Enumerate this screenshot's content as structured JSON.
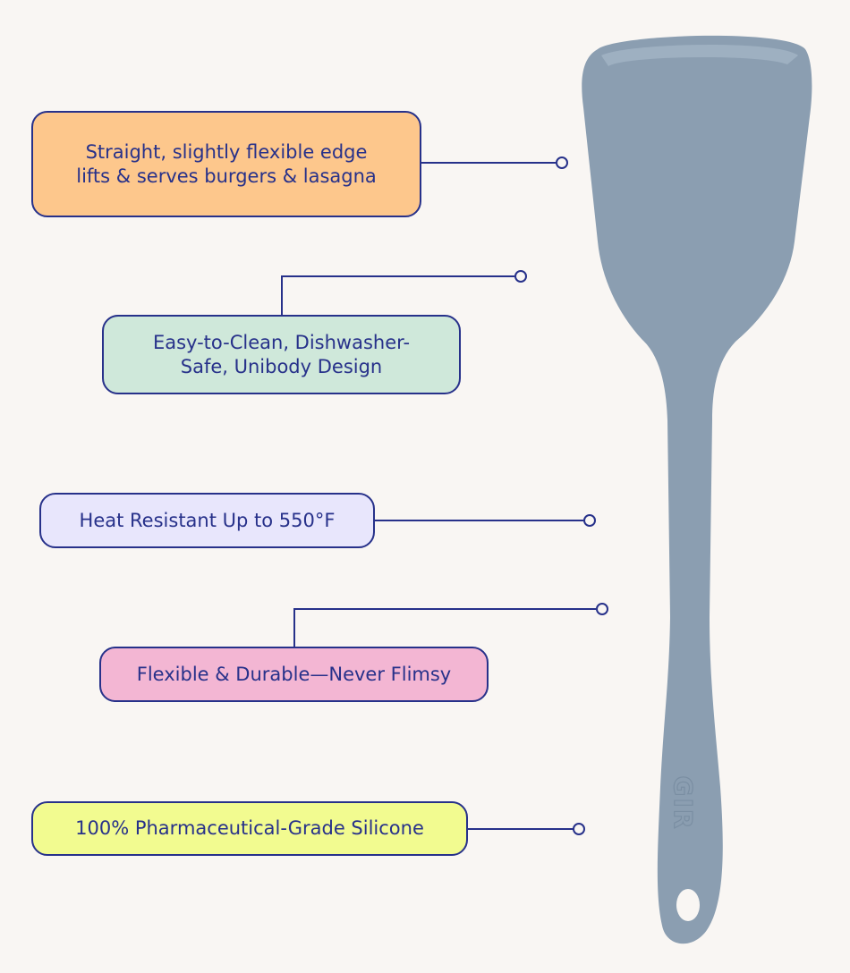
{
  "colors": {
    "background": "#f9f6f3",
    "text_and_lines": "#27318a",
    "spatula": "#8b9eb1",
    "spatula_shadow": "#7a8ea2"
  },
  "product": {
    "image_icon": "silicone-spatula-icon",
    "brand_mark": "GIR"
  },
  "callouts": [
    {
      "lines": [
        "Straight, slightly flexible edge",
        "lifts & serves burgers & lasagna"
      ],
      "color": "#fdc78c"
    },
    {
      "lines": [
        "Easy-to-Clean, Dishwasher-",
        "Safe, Unibody Design"
      ],
      "color": "#cfe8da"
    },
    {
      "lines": [
        "Heat Resistant Up to 550°F"
      ],
      "color": "#e8e6fc"
    },
    {
      "lines": [
        "Flexible & Durable—Never Flimsy"
      ],
      "color": "#f3b6d3"
    },
    {
      "lines": [
        "100% Pharmaceutical-Grade Silicone"
      ],
      "color": "#f2fb90"
    }
  ]
}
